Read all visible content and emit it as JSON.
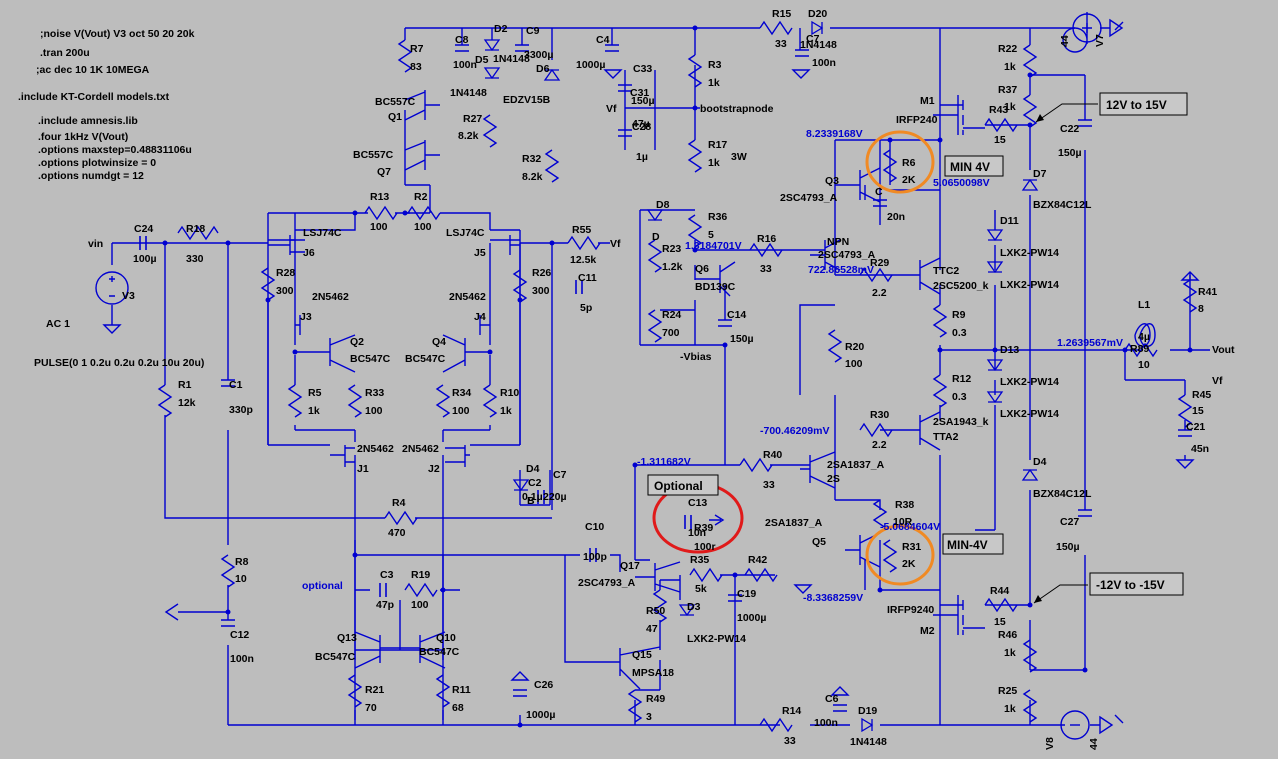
{
  "colors": {
    "background": "#bdbdbd",
    "wire": "#0000d0",
    "highlight_orange": "#f08a24",
    "highlight_red": "#e01a1a"
  },
  "directives": [
    ";noise V(Vout) V3 oct 50 20 20k",
    ".tran 200u",
    ";ac dec 10 1K 10MEGA",
    ".include KT-Cordell models.txt",
    ".include amnesis.lib",
    ".four 1kHz V(Vout)",
    ".options maxstep=0.48831106u",
    ".options plotwinsize = 0",
    ".options numdgt = 12"
  ],
  "source_v3": {
    "name": "V3",
    "ac": "AC 1",
    "pulse": "PULSE(0 1 0.2u 0.2u 0.2u 10u 20u)",
    "net": "vin"
  },
  "supplies": {
    "v7": "V7",
    "v7_value": "44",
    "v8": "V8",
    "v8_value": "44"
  },
  "annotations": {
    "upper_adjust": "12V to 15V",
    "lower_adjust": "-12V to -15V",
    "min_upper": "MIN 4V",
    "min_lower": "MIN-4V",
    "optional_box": "Optional",
    "optional_text": "optional",
    "w3": "3W"
  },
  "node_voltages": [
    "8.2339168V",
    "5.0650098V",
    "1.3184701V",
    "722.86528mV",
    "1.2639567mV",
    "-700.46209mV",
    "-1.311682V",
    "-5.0684604V",
    "-8.3368259V"
  ],
  "nets": {
    "bootstrap": "bootstrapnode",
    "vf": "Vf",
    "vout": "Vout",
    "vbias": "-Vbias"
  },
  "components": {
    "R7": "83",
    "C8": "100n",
    "D2": "D2",
    "D5": "D5",
    "D5_part": "1N4148",
    "C9": "C9",
    "C9_value": "3300µ",
    "D6": "D6",
    "D6_part": "EDZV15B",
    "Q1": "Q1",
    "Q1_part": "BC557C",
    "Q7": "Q7",
    "Q7_part": "BC557C",
    "R27": "8.2k",
    "R32": "8.2k",
    "C4": "1000µ",
    "C33": "150µ",
    "C31": "47µ",
    "C28": "1µ",
    "R15": "33",
    "D20": "D20",
    "D20_part": "1N4148",
    "C7b": "100n",
    "R3": "1k",
    "R17": "1k",
    "R36": "5",
    "D8": "D8",
    "R23": "1.2k",
    "R24": "700",
    "Q6": "Q6",
    "Q6_part": "BD139C",
    "C14": "150µ",
    "R16": "33",
    "Q3": "Q3",
    "Q3_part": "2SC4793_A",
    "R6": "2K",
    "C20": "20n",
    "NPN": "NPN",
    "NPN_part": "2SC4793_A",
    "R29": "2.2",
    "TTC2": "TTC2",
    "TTC2_part": "2SC5200_k",
    "R9": "0.3",
    "R20": "100",
    "R12": "0.3",
    "R30": "2.2",
    "TTA2": "TTA2",
    "TTA2_part": "2SA1943_k",
    "R40": "33",
    "S2": "2S",
    "S2_part": "2SA1837_A",
    "R38": "10R",
    "Q5": "Q5",
    "Q5_part": "2SA1837_A",
    "R31": "2K",
    "M1": "M1",
    "M1_part": "IRFP240",
    "M2": "M2",
    "M2_part": "IRFP9240",
    "R22": "1k",
    "R37": "1k",
    "R43": "15",
    "C22": "150µ",
    "D7": "D7",
    "D7_part": "BZX84C12L",
    "D4": "D4",
    "D4_part": "BZX84C12L",
    "C27": "150µ",
    "R44": "15",
    "R46": "1k",
    "R25": "1k",
    "D11": "D11",
    "D13": "D13",
    "LXK2": "LXK2-PW14",
    "L1": "L1",
    "L1_value": "4µ",
    "R89": "R89",
    "R89_value": "10",
    "R41": "8",
    "R45": "15",
    "C21": "45n",
    "C24": "100µ",
    "R18": "330",
    "R1": "12k",
    "C1": "330p",
    "R8": "10",
    "C12": "100n",
    "R13": "100",
    "R2": "100",
    "J6": "J6",
    "J6_part": "LSJ74C",
    "J5": "J5",
    "J5_part": "LSJ74C",
    "R28": "300",
    "R26": "300",
    "J3": "J3",
    "J3_part": "2N5462",
    "J4": "J4",
    "J4_part": "2N5462",
    "Q2": "Q2",
    "Q2_part": "BC547C",
    "Q4": "Q4",
    "Q4_part": "BC547C",
    "R5": "1k",
    "R33": "100",
    "R34": "100",
    "R10": "1k",
    "J1": "J1",
    "J1_part": "2N5462",
    "J2": "J2",
    "J2_part": "2N5462",
    "R55": "12.5k",
    "C11": "5p",
    "D4b": "D4",
    "C2": "C2",
    "C2_value": "0.1µ",
    "C7": "C7",
    "C7_value": "220µ",
    "D4b_part": "B",
    "R4": "470",
    "C10": "100p",
    "C3": "47p",
    "R19": "100",
    "Q13": "Q13",
    "Q13_part": "BC547C",
    "Q10": "Q10",
    "Q10_part": "BC547C",
    "R21": "70",
    "R11": "68",
    "C26": "1000µ",
    "Q17": "Q17",
    "Q17_part": "2SC4793_A",
    "C13": "C13",
    "C13_value": "10n",
    "R39": "R39",
    "R39_value": "100r",
    "R35": "R35",
    "R35_value": "5k",
    "R42": "R42",
    "C19": "C19",
    "C19_value": "1000µ",
    "D3": "D3",
    "D3_part": "LXK2-PW14",
    "R50": "47",
    "Q15": "Q15",
    "Q15_part": "MPSA18",
    "R49": "3",
    "R14": "33",
    "C6": "C6",
    "C6_value": "100n",
    "D19": "D19",
    "D19_part": "1N4148"
  }
}
